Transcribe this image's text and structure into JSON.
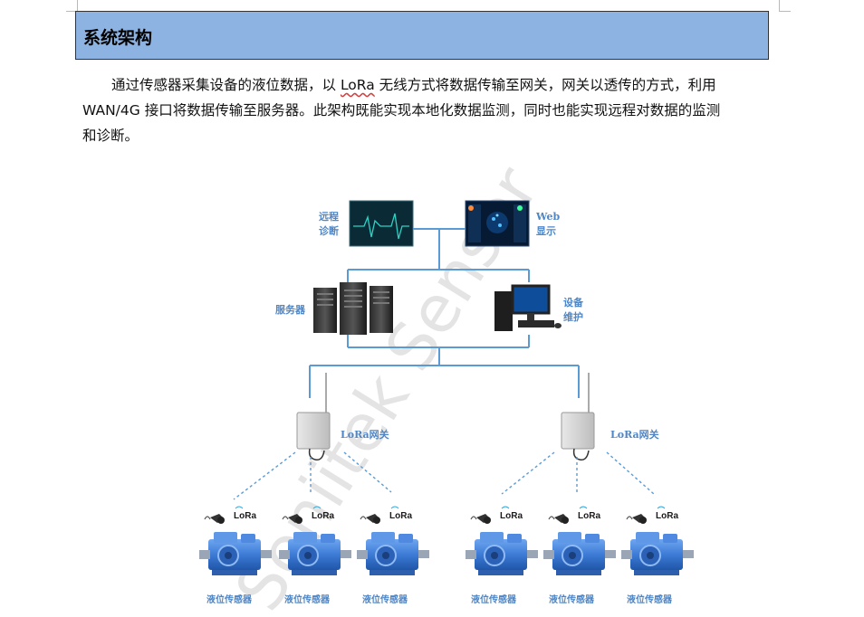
{
  "section": {
    "title": "系统架构"
  },
  "paragraph": {
    "line1_a": "通过传感器采集设备的液位数据，以 ",
    "line1_lora": "LoRa",
    "line1_b": " 无线方式将数据传输至网关，网关以透传的方式，利用",
    "line2": "WAN/4G 接口将数据传输至服务器。此架构既能实现本地化数据监测，同时也能实现远程对数据的监测",
    "line3": "和诊断。"
  },
  "diagram": {
    "remote_diag_l1": "远程",
    "remote_diag_l2": "诊断",
    "web_l1": "Web",
    "web_l2": "显示",
    "server": "服务器",
    "maint_l1": "设备",
    "maint_l2": "维护",
    "gateway_left": "LoRa网关",
    "gateway_right": "LoRa网关",
    "lora_logo": "LoRa",
    "sensor_labels": [
      "液位传感器",
      "液位传感器",
      "液位传感器",
      "液位传感器",
      "液位传感器",
      "液位传感器"
    ]
  },
  "watermark": "Soniitek Sensor",
  "colors": {
    "header_bg": "#8db3e2",
    "line_blue": "#5b9bd5",
    "label_blue": "#4f86c6",
    "gearbox_blue": "#3d7bd6"
  }
}
